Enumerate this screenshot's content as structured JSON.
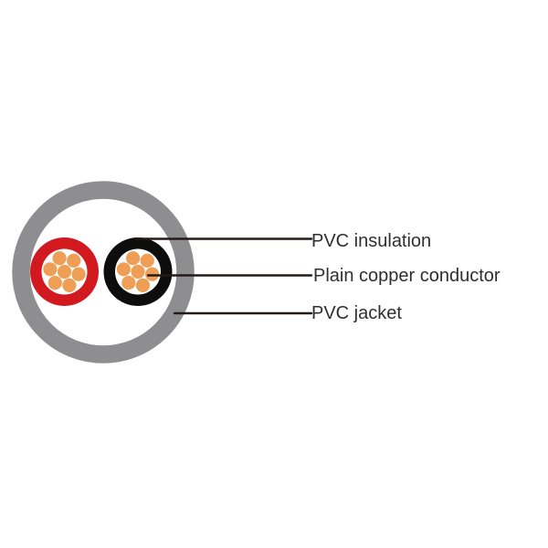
{
  "diagram": {
    "subject": "two-core round cable cross-section",
    "core_count": 2,
    "strands_per_core": 7,
    "cores": [
      {
        "insulation": "red",
        "conductor": "plain copper, 7 strands"
      },
      {
        "insulation": "black",
        "conductor": "plain copper, 7 strands"
      }
    ]
  },
  "labels": [
    {
      "text": "PVC insulation"
    },
    {
      "text": "Plain copper conductor"
    },
    {
      "text": "PVC jacket"
    }
  ],
  "colors": {
    "background": "#ffffff",
    "jacketGray": "#8e8e90",
    "insulationRed": "#d2191f",
    "insulationBlack": "#0d0d0d",
    "copperOrange": "#ee9f55",
    "leaderLine": "#241a18",
    "labelText": "#2f2f2f"
  }
}
